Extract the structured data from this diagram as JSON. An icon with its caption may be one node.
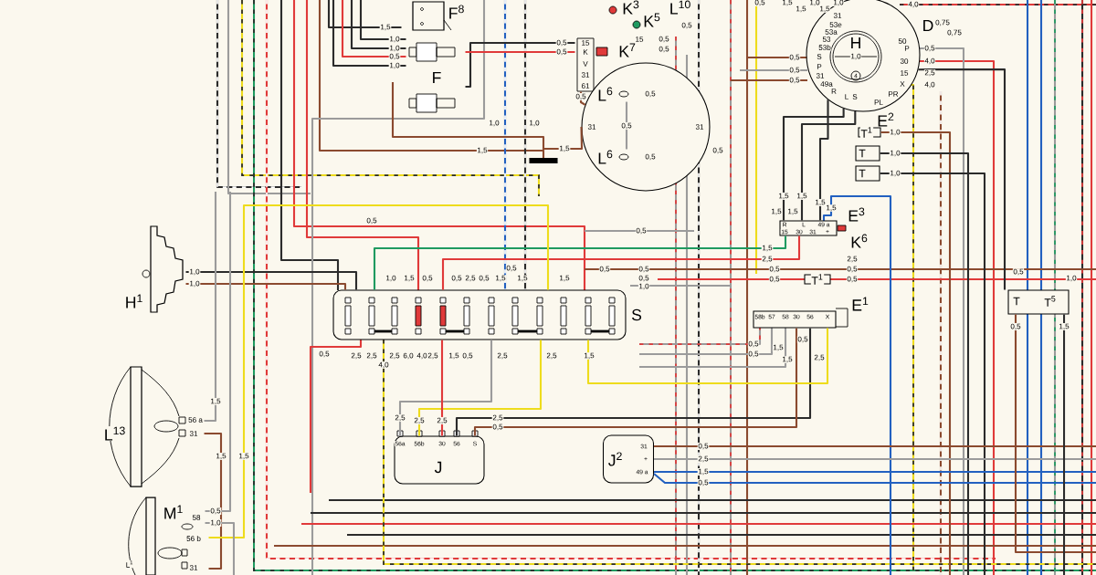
{
  "diagram": {
    "nodes": [
      {
        "text": [
          "H$^{1}$"
        ]
      },
      {
        "text": [
          "L$^{13}$",
          "56 a",
          "31"
        ]
      },
      {
        "text": [
          "L$^{1}$",
          "56 b",
          "31"
        ]
      },
      {
        "text": [
          "M$^{1}$",
          "58"
        ],
        "in": 2
      },
      {
        "text": [
          "F$^{8}$"
        ]
      },
      {
        "text": [
          "F"
        ]
      },
      {
        "text": [
          "K$^{7}$",
          "15",
          "K",
          "V",
          "31",
          "61"
        ]
      },
      {
        "text": [
          "K$^{3}$"
        ]
      },
      {
        "text": [
          "K$^{5}$"
        ]
      },
      {
        "text": [
          "L$^{10}$"
        ]
      },
      {
        "text": [
          "31",
          "31"
        ]
      },
      {
        "text": [
          "L$^{6}$"
        ],
        "in": 10
      },
      {
        "text": [
          "L$^{6}$"
        ],
        "in": 10
      },
      {
        "text": [
          "H",
          "4",
          "D",
          "50",
          "P",
          "30",
          "15",
          "X",
          "PR",
          "PL",
          "31",
          "53e",
          "53a",
          "53",
          "53b",
          "S",
          "P",
          "31",
          "49a",
          "R",
          "L",
          "S",
          "E$^{2}$"
        ]
      },
      {
        "text": [
          "T$^{1}$"
        ]
      },
      {
        "text": [
          "T"
        ]
      },
      {
        "text": [
          "T"
        ]
      },
      {
        "text": [
          "R",
          "L",
          "49 a",
          "15",
          "30",
          "31",
          "+"
        ],
        "beside": [
          "E$^{3}$",
          "K$^{6}$"
        ]
      },
      {
        "text": [
          "T$^{1}$"
        ]
      },
      {
        "text": [
          "58b",
          "57",
          "58",
          "30",
          "56",
          "X"
        ],
        "beside": [
          "E$^{1}$"
        ]
      },
      {
        "text": [
          "S"
        ]
      },
      {
        "text": [
          "56a",
          "56b",
          "30",
          "56",
          "S",
          "J"
        ]
      },
      {
        "text": [
          "J$^{2}$",
          "31",
          "+",
          "49 a"
        ]
      },
      {
        "text": [
          "T",
          "T$^{5}$"
        ]
      },
      {
        "text": [],
        "shape": "bar"
      }
    ],
    "edges": [
      {
        "from": 0,
        "to": 20,
        "arrow": "none",
        "label": "1,0",
        "color": "#2b2b2b"
      },
      {
        "from": 0,
        "to": 20,
        "arrow": "none",
        "label": "1,0",
        "color": "#8b4a2f"
      },
      {
        "from": 11,
        "to": 12,
        "arrow": "none",
        "label": "0,5",
        "color": "#9b9b9b"
      },
      {
        "from": 24,
        "to": 10,
        "arrow": "none",
        "label": "1,5",
        "color": "#8b4a2f"
      },
      {
        "from": 6,
        "to": 10,
        "arrow": "none",
        "label": "0,5",
        "color": "#8b4a2f"
      },
      {
        "from": 17,
        "to": 20,
        "arrow": "none",
        "label": "1,5",
        "color": "#1f9a60"
      },
      {
        "from": 17,
        "to": 20,
        "arrow": "none",
        "label": "2,5",
        "color": "#e03a3a"
      },
      {
        "from": 20,
        "to": 21,
        "arrow": "none",
        "label": "2,5",
        "color": "#9b9b9b"
      },
      {
        "from": 20,
        "to": 21,
        "arrow": "none",
        "label": "2,5",
        "color": "#eedc1c"
      },
      {
        "from": 20,
        "to": 21,
        "arrow": "none",
        "label": "2,5",
        "color": "#e03a3a"
      },
      {
        "from": 19,
        "to": 21,
        "arrow": "none",
        "label": "2,5",
        "color": "#2b2b2b"
      },
      {
        "from": 19,
        "to": 21,
        "arrow": "none",
        "label": "0,5",
        "color": "#8b4a2f"
      },
      {
        "from": 13,
        "to": 17,
        "arrow": "none",
        "label": "1,5",
        "color": "#2b2b2b"
      },
      {
        "from": 13,
        "to": 17,
        "arrow": "none",
        "label": "1,5",
        "color": "#2b2b2b"
      },
      {
        "from": 13,
        "to": 17,
        "arrow": "none",
        "label": "1,5",
        "color": "#2b2b2b"
      },
      {
        "from": 14,
        "to": null,
        "arrow": "none",
        "label": "1,0",
        "color": "#8b4a2f"
      },
      {
        "from": 15,
        "to": null,
        "arrow": "none",
        "label": "1,0",
        "color": "#2b2b2b"
      },
      {
        "from": 16,
        "to": null,
        "arrow": "none",
        "label": "1,0",
        "color": "#2b2b2b"
      },
      {
        "from": 22,
        "to": null,
        "arrow": "none",
        "label": "0,5",
        "color": "#8b4a2f"
      },
      {
        "from": 22,
        "to": null,
        "arrow": "none",
        "label": "2,5",
        "color": "#9b9b9b"
      },
      {
        "from": 22,
        "to": null,
        "arrow": "none",
        "label": "1,5",
        "color": "#2260c0"
      },
      {
        "from": 22,
        "to": null,
        "arrow": "none",
        "label": "0,5",
        "color": "#2260c0"
      },
      {
        "from": 23,
        "to": null,
        "arrow": "none",
        "label": "0,5",
        "color": "#8b4a2f"
      },
      {
        "from": 23,
        "to": null,
        "arrow": "none",
        "label": "1,5",
        "color": "#2b2b2b"
      },
      {
        "from": 1,
        "to": 2,
        "arrow": "none",
        "label": "1,5",
        "color": "#8b4a2f"
      },
      {
        "from": 2,
        "to": 20,
        "arrow": "none",
        "label": "1,5",
        "color": "#eedc1c"
      },
      {
        "from": 1,
        "to": null,
        "arrow": "none",
        "label": "1,5",
        "color": "#9b9b9b"
      },
      {
        "from": 3,
        "to": null,
        "arrow": "none",
        "label": "0,5",
        "color": "#9b9b9b"
      },
      {
        "from": 3,
        "to": null,
        "arrow": "none",
        "label": "1,0",
        "color": "#9b9b9b"
      },
      {
        "from": 4,
        "to": null,
        "arrow": "none",
        "label": "1,5",
        "color": "#2b2b2b"
      },
      {
        "from": 5,
        "to": null,
        "arrow": "none",
        "label": "1,0",
        "color": "#2b2b2b"
      },
      {
        "from": 5,
        "to": null,
        "arrow": "none",
        "label": "1,0",
        "color": "#2b2b2b"
      },
      {
        "from": 5,
        "to": null,
        "arrow": "none",
        "label": "0,5",
        "color": "#e03a3a"
      },
      {
        "from": 5,
        "to": null,
        "arrow": "none",
        "label": "1,0",
        "color": "#2b2b2b"
      },
      {
        "from": 5,
        "to": 6,
        "arrow": "none",
        "label": "0,5",
        "color": "#2b2b2b"
      },
      {
        "from": 5,
        "to": 6,
        "arrow": "none",
        "label": "0,5",
        "color": "#e03a3a"
      },
      {
        "from": 19,
        "to": 20,
        "arrow": "none",
        "color": "#eedc1c"
      },
      {
        "from": 13,
        "to": 23,
        "arrow": "none",
        "color": "#2b2b2b"
      }
    ],
    "labels": [
      "1,0",
      "1,0",
      "1,5",
      "0,5",
      "0,5",
      "0,5",
      "15",
      "0,5",
      "0,5",
      "0,5",
      "0,5",
      "0,5",
      "0,5",
      "0,5",
      "0,5",
      "1,0",
      "1,0",
      "1,5",
      "0,5",
      "0,5",
      "2,5",
      "0,5",
      "1,5",
      "0,5",
      "1,5",
      "1,5",
      "0,5",
      "2,5",
      "2,5",
      "4,0",
      "2,5",
      "6,0",
      "4,0",
      "2,5",
      "1,5",
      "0,5",
      "2,5",
      "2,5",
      "1,5",
      "0,5",
      "0,5",
      "1,5",
      "0,5",
      "1,5",
      "2,5",
      "0,5",
      "1,5",
      "1,5",
      "1,0",
      "1,5",
      "1,0",
      "0,75",
      "0,75",
      "4,0",
      "0,5",
      "4,0",
      "2,5",
      "4,0",
      "0,5",
      "0,5",
      "0,5",
      "1,0",
      "1,5",
      "1,5",
      "1,5",
      "0,5",
      "0,5",
      "2,5",
      "0,5",
      "0,5",
      "0,5",
      "1,0"
    ]
  }
}
